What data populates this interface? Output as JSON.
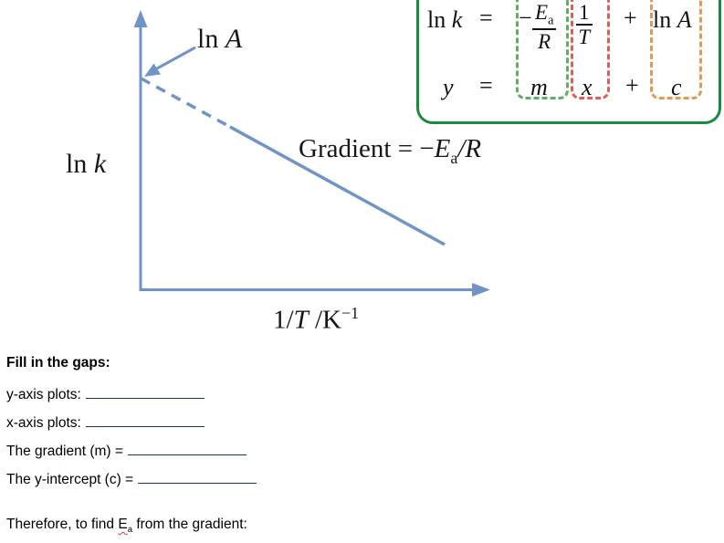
{
  "colors": {
    "plot_blue": "#7094c6",
    "panel_green": "#188c3d",
    "gradient_box_green": "#5fae63",
    "x_box_red": "#e35d52",
    "intercept_box_orange": "#e09a55",
    "blank_navy": "#17375d",
    "squiggle_red": "#e03131"
  },
  "graph": {
    "y_axis_label": {
      "prefix": "ln ",
      "variable": "k"
    },
    "intercept_label": {
      "prefix": "ln ",
      "variable": "A"
    },
    "gradient_annotation": {
      "prefix": "Gradient = −",
      "e": "E",
      "e_sub": "a",
      "suffix": "/R"
    },
    "x_axis_label": {
      "num": "1/",
      "t": "T",
      "unit": " /K",
      "unit_sup": "−1"
    }
  },
  "equation_panel": {
    "row1": {
      "lhs_prefix": "ln ",
      "lhs_var": "k",
      "equals": "=",
      "minus": "−",
      "frac1_num_e": "E",
      "frac1_num_sub": "a",
      "frac1_den": "R",
      "frac2_num": "1",
      "frac2_den": "T",
      "plus": "+",
      "rhs_prefix": "ln ",
      "rhs_var": "A"
    },
    "row2": {
      "y": "y",
      "equals": "=",
      "m": "m",
      "x": "x",
      "plus": "+",
      "c": "c"
    }
  },
  "worksheet": {
    "heading": "Fill in the gaps:",
    "lines": [
      {
        "label": "y-axis plots:"
      },
      {
        "label": "x-axis plots:"
      },
      {
        "label": "The gradient (m) ="
      },
      {
        "label": "The y-intercept (c) ="
      }
    ],
    "footer": {
      "prefix": "Therefore, to find ",
      "e": "E",
      "e_sub": "a",
      "suffix": " from the gradient:"
    }
  }
}
